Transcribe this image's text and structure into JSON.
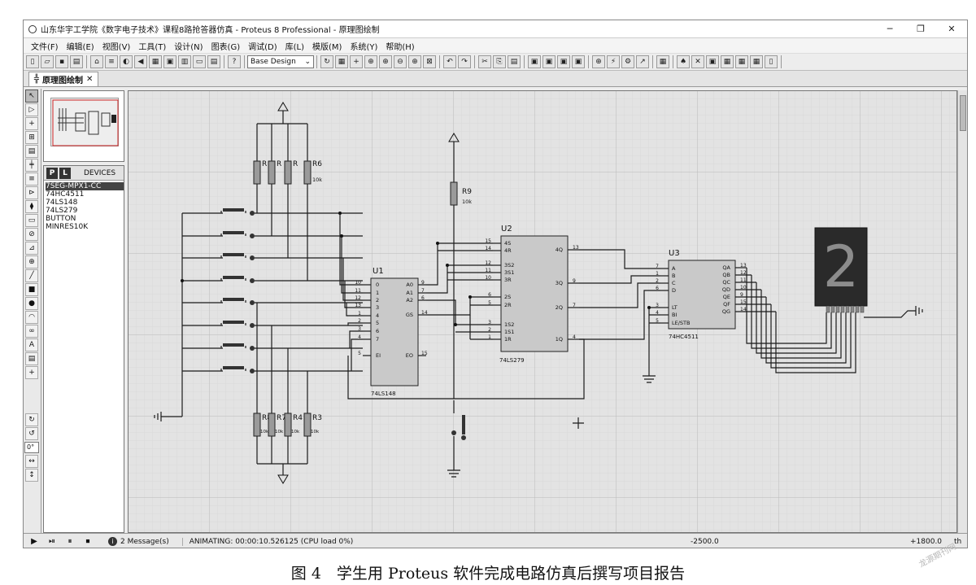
{
  "window": {
    "title": "山东华宇工学院《数字电子技术》课程8路抢答器仿真 - Proteus 8 Professional - 原理图绘制",
    "controls": {
      "minimize": "─",
      "restore": "❐",
      "close": "✕"
    }
  },
  "menu": [
    "文件(F)",
    "编辑(E)",
    "视图(V)",
    "工具(T)",
    "设计(N)",
    "图表(G)",
    "调试(D)",
    "库(L)",
    "模版(M)",
    "系统(Y)",
    "帮助(H)"
  ],
  "toolbar": {
    "design_select": "Base Design",
    "groups": [
      [
        "▯",
        "▱",
        "▪",
        "▤"
      ],
      [
        "⌂",
        "≡",
        "◐",
        "◀",
        "▦",
        "▣",
        "▥",
        "▭",
        "▤"
      ],
      [
        "?"
      ],
      [
        "↻",
        "▦",
        "+",
        "⊕",
        "⊕",
        "⊖",
        "⊕",
        "⊠"
      ],
      [
        "↶",
        "↷"
      ],
      [
        "✂",
        "⎘",
        "▤"
      ],
      [
        "▣",
        "▣",
        "▣",
        "▣"
      ],
      [
        "⊕",
        "⚡",
        "⚙",
        "↗"
      ],
      [
        "▦"
      ],
      [
        "♠",
        "✕",
        "▣",
        "▦",
        "▦",
        "▦",
        "▯"
      ]
    ]
  },
  "tab": {
    "icon": "╬",
    "label": "原理图绘制",
    "close": "✕"
  },
  "palette": {
    "tools": [
      "↖",
      "▷",
      "+",
      "⊞",
      "▤",
      "╪",
      "≡",
      "⊳",
      "⧫",
      "▭",
      "⊘",
      "⊿",
      "⊕",
      "╱",
      "■",
      "●",
      "◠",
      "∞",
      "A",
      "▤",
      "+"
    ],
    "rotate": [
      "↻",
      "↺"
    ],
    "angle": "0°",
    "mirror": [
      "↔",
      "↕"
    ]
  },
  "devices": {
    "p_button": "P",
    "l_button": "L",
    "title": "DEVICES",
    "items": [
      "7SEG-MPX1-CC",
      "74HC4511",
      "74LS148",
      "74LS279",
      "BUTTON",
      "MINRES10K"
    ],
    "selected": 0
  },
  "schematic": {
    "u1": {
      "ref": "U1",
      "part": "74LS148",
      "left_pins": [
        "0",
        "1",
        "2",
        "3",
        "4",
        "5",
        "6",
        "7",
        "EI"
      ],
      "left_nums": [
        "10",
        "11",
        "12",
        "13",
        "1",
        "2",
        "3",
        "4",
        "5"
      ],
      "right_pins": [
        "A0",
        "A1",
        "A2",
        "GS",
        "EO"
      ],
      "right_nums": [
        "9",
        "7",
        "6",
        "14",
        "15"
      ]
    },
    "u2": {
      "ref": "U2",
      "part": "74LS279",
      "left_pins": [
        "4S",
        "4R",
        "3S2",
        "3S1",
        "3R",
        "2S",
        "2R",
        "1S2",
        "1S1",
        "1R"
      ],
      "left_nums": [
        "15",
        "14",
        "12",
        "11",
        "10",
        "6",
        "5",
        "3",
        "2",
        "1"
      ],
      "right_pins": [
        "4Q",
        "3Q",
        "2Q",
        "1Q"
      ],
      "right_nums": [
        "13",
        "9",
        "7",
        "4"
      ]
    },
    "u3": {
      "ref": "U3",
      "part": "74HC4511",
      "left_pins": [
        "A",
        "B",
        "C",
        "D",
        "LT",
        "BI",
        "LE/STB"
      ],
      "left_nums": [
        "7",
        "1",
        "2",
        "6",
        "3",
        "4",
        "5"
      ],
      "right_pins": [
        "QA",
        "QB",
        "QC",
        "QD",
        "QE",
        "QF",
        "QG"
      ],
      "right_nums": [
        "13",
        "12",
        "11",
        "10",
        "9",
        "15",
        "14"
      ]
    },
    "r_top": {
      "labels": [
        "R",
        "R",
        "R",
        "R6"
      ],
      "value": "10k"
    },
    "r_bottom": {
      "labels": [
        "R8",
        "R7",
        "R4",
        "R3"
      ],
      "value": "10k"
    },
    "r9": {
      "label": "R9",
      "value": "10k"
    },
    "display_digit": "2"
  },
  "status": {
    "controls": [
      "▶",
      "⏯",
      "⏸",
      "⏹"
    ],
    "messages_icon": "i",
    "messages": "2 Message(s)",
    "animating": "ANIMATING: 00:00:10.526125 (CPU load 0%)",
    "coord_x": "-2500.0",
    "coord_y": "+1800.0",
    "unit": "th"
  },
  "caption": "图 4　学生用 Proteus 软件完成电路仿真后撰写项目报告",
  "watermark": "龙源期刊网"
}
